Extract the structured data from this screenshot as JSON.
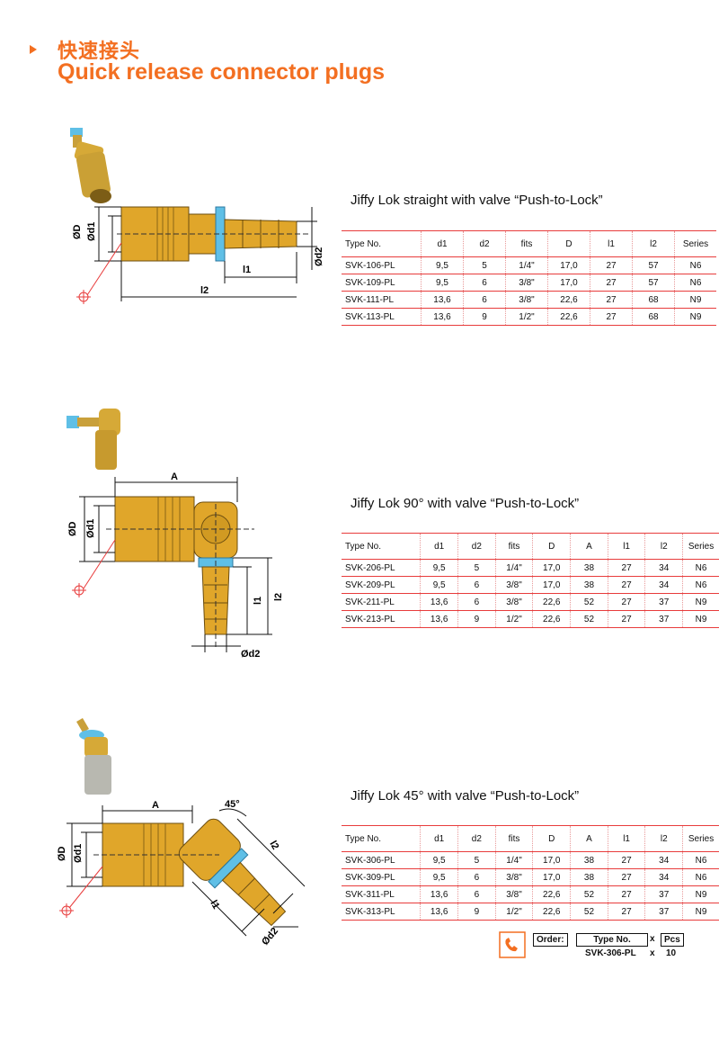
{
  "header": {
    "title_cn": "快速接头",
    "title_en": "Quick release connector plugs"
  },
  "sections": [
    {
      "title": "Jiffy Lok straight with valve “Push-to-Lock”",
      "columns": [
        "Type No.",
        "d1",
        "d2",
        "fits",
        "D",
        "l1",
        "l2",
        "Series"
      ],
      "rows": [
        [
          "SVK-106-PL",
          "9,5",
          "5",
          "1/4\"",
          "17,0",
          "27",
          "57",
          "N6"
        ],
        [
          "SVK-109-PL",
          "9,5",
          "6",
          "3/8\"",
          "17,0",
          "27",
          "57",
          "N6"
        ],
        [
          "SVK-111-PL",
          "13,6",
          "6",
          "3/8\"",
          "22,6",
          "27",
          "68",
          "N9"
        ],
        [
          "SVK-113-PL",
          "13,6",
          "9",
          "1/2\"",
          "22,6",
          "27",
          "68",
          "N9"
        ]
      ],
      "dims": {
        "D": "ØD",
        "d1": "Ød1",
        "d2": "Ød2",
        "l1": "l1",
        "l2": "l2"
      }
    },
    {
      "title": "Jiffy Lok 90°   with valve “Push-to-Lock”",
      "columns": [
        "Type No.",
        "d1",
        "d2",
        "fits",
        "D",
        "A",
        "l1",
        "l2",
        "Series"
      ],
      "rows": [
        [
          "SVK-206-PL",
          "9,5",
          "5",
          "1/4\"",
          "17,0",
          "38",
          "27",
          "34",
          "N6"
        ],
        [
          "SVK-209-PL",
          "9,5",
          "6",
          "3/8\"",
          "17,0",
          "38",
          "27",
          "34",
          "N6"
        ],
        [
          "SVK-211-PL",
          "13,6",
          "6",
          "3/8\"",
          "22,6",
          "52",
          "27",
          "37",
          "N9"
        ],
        [
          "SVK-213-PL",
          "13,6",
          "9",
          "1/2\"",
          "22,6",
          "52",
          "27",
          "37",
          "N9"
        ]
      ],
      "dims": {
        "A": "A",
        "D": "ØD",
        "d1": "Ød1",
        "d2": "Ød2",
        "l1": "l1",
        "l2": "l2"
      }
    },
    {
      "title": "Jiffy Lok 45°   with valve “Push-to-Lock”",
      "columns": [
        "Type No.",
        "d1",
        "d2",
        "fits",
        "D",
        "A",
        "l1",
        "l2",
        "Series"
      ],
      "rows": [
        [
          "SVK-306-PL",
          "9,5",
          "5",
          "1/4\"",
          "17,0",
          "38",
          "27",
          "34",
          "N6"
        ],
        [
          "SVK-309-PL",
          "9,5",
          "6",
          "3/8\"",
          "17,0",
          "38",
          "27",
          "34",
          "N6"
        ],
        [
          "SVK-311-PL",
          "13,6",
          "6",
          "3/8\"",
          "22,6",
          "52",
          "27",
          "37",
          "N9"
        ],
        [
          "SVK-313-PL",
          "13,6",
          "9",
          "1/2\"",
          "22,6",
          "52",
          "27",
          "37",
          "N9"
        ]
      ],
      "dims": {
        "A": "A",
        "angle": "45°",
        "D": "ØD",
        "d1": "Ød1",
        "d2": "Ød2",
        "l1": "l1",
        "l2": "l2"
      }
    }
  ],
  "order": {
    "label": "Order:",
    "type_label": "Type No.",
    "x1": "x",
    "pcs_label": "Pcs",
    "example_type": "SVK-306-PL",
    "x2": "x",
    "example_qty": "10"
  },
  "colors": {
    "accent": "#f36f21",
    "table_rule": "#e83c3c",
    "brass": "#e0a62a",
    "blue": "#5fbfe6"
  }
}
